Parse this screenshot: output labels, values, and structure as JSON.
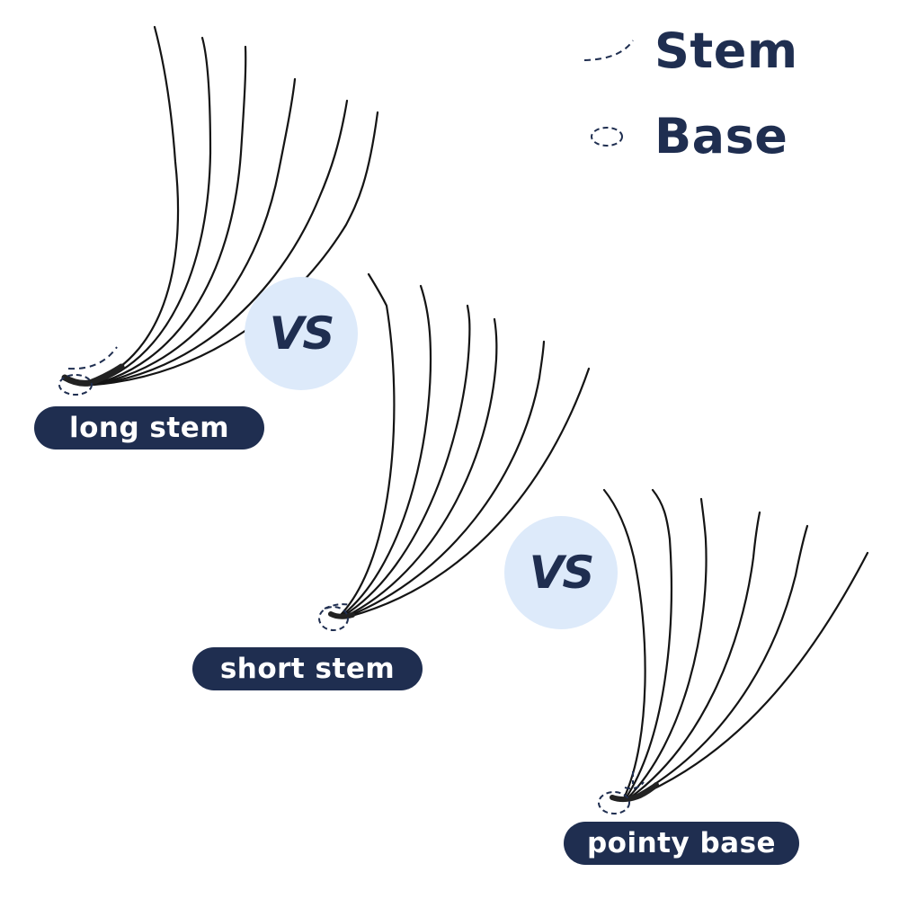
{
  "legend": {
    "items": [
      {
        "label": "Stem",
        "icon": "dashed-arc-icon"
      },
      {
        "label": "Base",
        "icon": "dashed-ellipse-icon"
      }
    ]
  },
  "vs_badges": [
    {
      "label": "VS"
    },
    {
      "label": "VS"
    }
  ],
  "lash_fans": [
    {
      "label": "long stem",
      "strands": 6
    },
    {
      "label": "short stem",
      "strands": 6
    },
    {
      "label": "pointy base",
      "strands": 6
    }
  ],
  "colors": {
    "navy": "#1f2e50",
    "vs_circle": "#ddeafa",
    "lash": "#141414",
    "background": "#ffffff"
  }
}
